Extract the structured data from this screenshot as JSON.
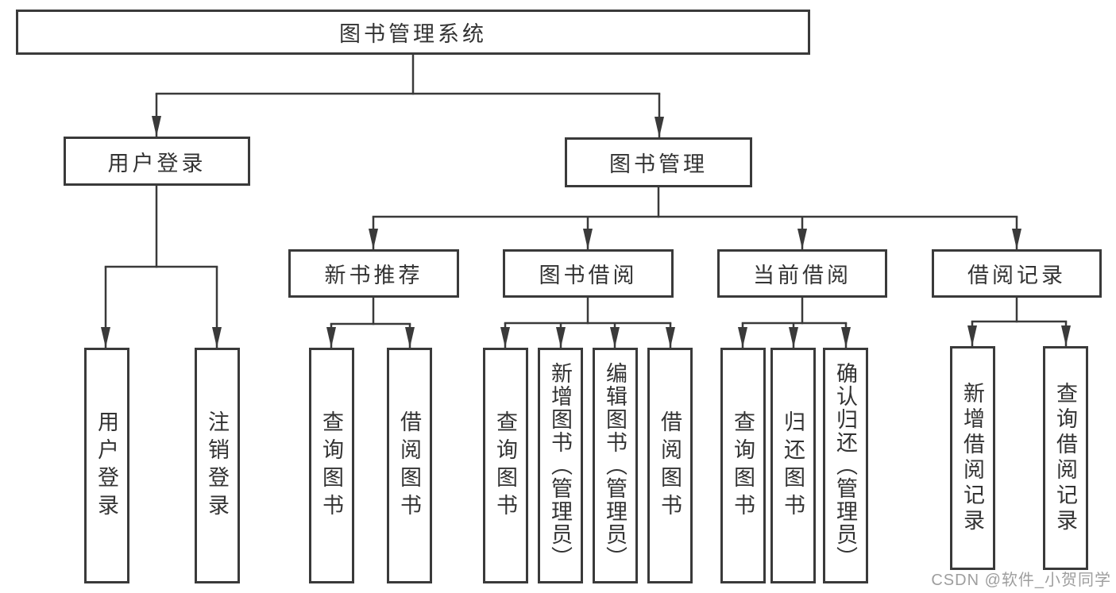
{
  "colors": {
    "line": "#3a3a3a",
    "text": "#333333",
    "watermark": "#9e9e9e",
    "bg": "#ffffff"
  },
  "watermark": {
    "text": "CSDN @软件_小贺同学"
  },
  "tree": {
    "label": "图书管理系统",
    "children": [
      {
        "label": "用户登录",
        "children": [
          {
            "label": "用户登录"
          },
          {
            "label": "注销登录"
          }
        ]
      },
      {
        "label": "图书管理",
        "children": [
          {
            "label": "新书推荐",
            "children": [
              {
                "label": "查询图书"
              },
              {
                "label": "借阅图书"
              }
            ]
          },
          {
            "label": "图书借阅",
            "children": [
              {
                "label": "查询图书"
              },
              {
                "label": "新增图书（管理员）"
              },
              {
                "label": "编辑图书（管理员）"
              },
              {
                "label": "借阅图书"
              }
            ]
          },
          {
            "label": "当前借阅",
            "children": [
              {
                "label": "查询图书"
              },
              {
                "label": "归还图书"
              },
              {
                "label": "确认归还（管理员）"
              }
            ]
          },
          {
            "label": "借阅记录",
            "children": [
              {
                "label": "新增借阅记录"
              },
              {
                "label": "查询借阅记录"
              }
            ]
          }
        ]
      }
    ]
  }
}
